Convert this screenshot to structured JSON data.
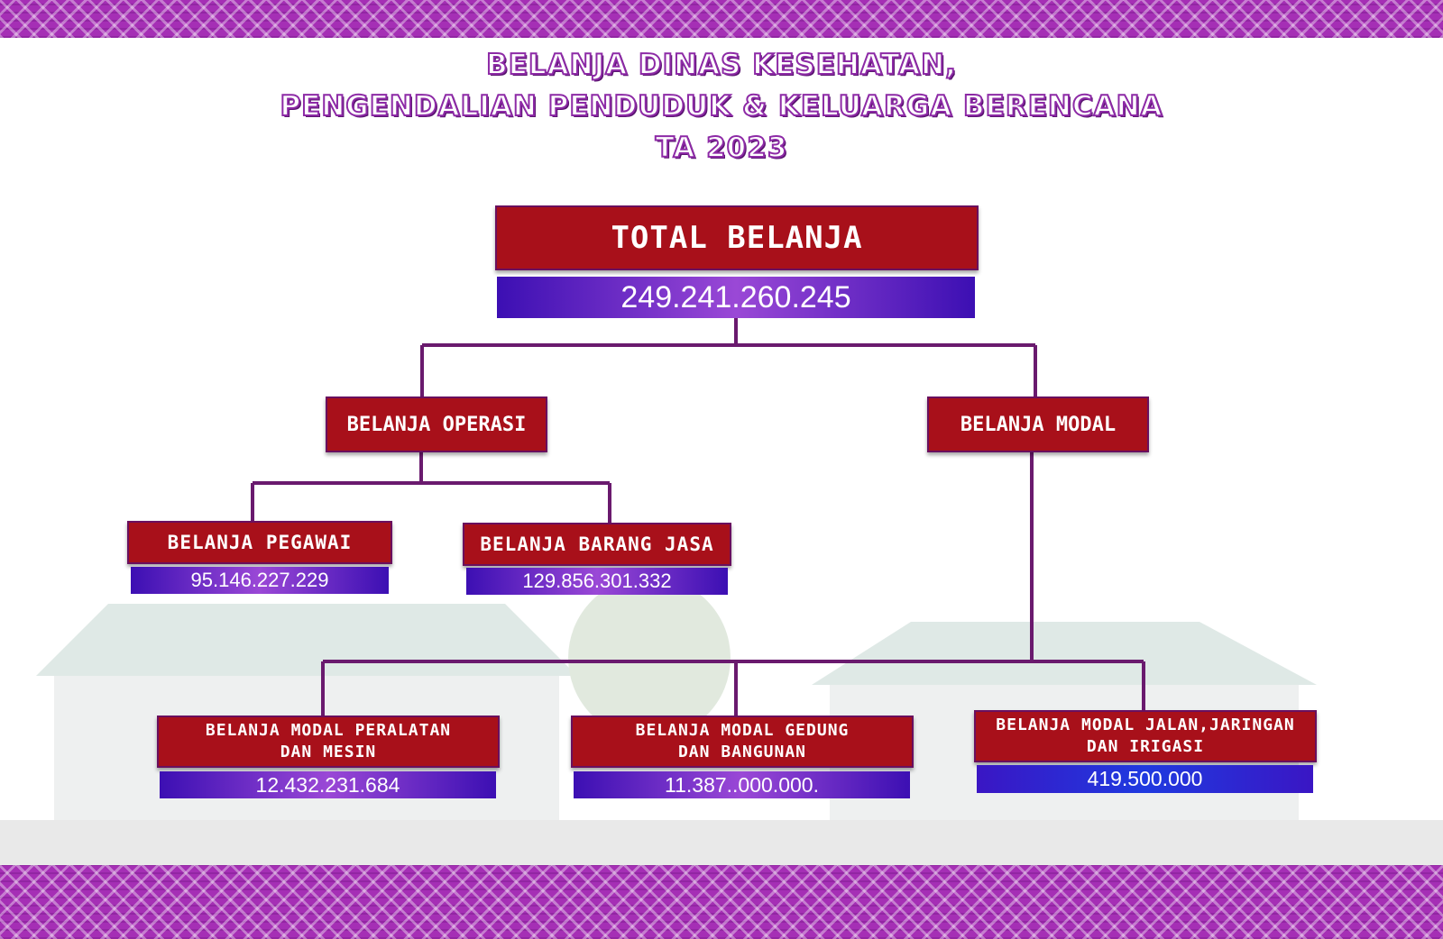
{
  "title": {
    "line1": "BELANJA DINAS KESEHATAN,",
    "line2": "PENGENDALIAN PENDUDUK & KELUARGA BERENCANA",
    "line3": "TA 2023"
  },
  "total": {
    "label": "TOTAL BELANJA",
    "value": "249.241.260.245"
  },
  "operasi": {
    "label": "BELANJA OPERASI",
    "pegawai": {
      "label": "BELANJA PEGAWAI",
      "value": "95.146.227.229"
    },
    "barang_jasa": {
      "label": "BELANJA BARANG JASA",
      "value": "129.856.301.332"
    }
  },
  "modal": {
    "label": "BELANJA MODAL",
    "peralatan": {
      "line1": "BELANJA MODAL PERALATAN",
      "line2": "DAN MESIN",
      "value": "12.432.231.684"
    },
    "gedung": {
      "line1": "BELANJA MODAL GEDUNG",
      "line2": "DAN BANGUNAN",
      "value": "11.387..000.000."
    },
    "jalan": {
      "line1": "BELANJA MODAL JALAN,JARINGAN",
      "line2": "DAN IRIGASI",
      "value": "419.500.000"
    }
  },
  "colors": {
    "node_red": "#a8101a",
    "value_purple": "#7a2ec8",
    "connector": "#6a1a6e",
    "band_purple": "#a52fb5"
  }
}
